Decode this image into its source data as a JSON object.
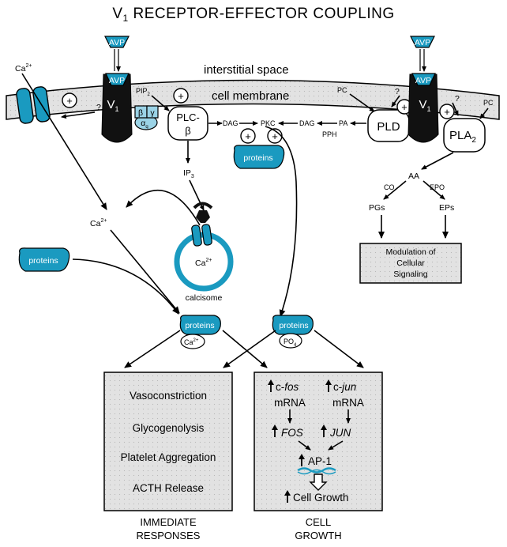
{
  "title": {
    "prefix": "V",
    "sub": "1",
    "rest": " RECEPTOR-EFFECTOR COUPLING"
  },
  "regions": {
    "interstitial": "interstitial space",
    "membrane": "cell membrane"
  },
  "receptor": {
    "avp": "AVP",
    "v": "V",
    "v_sub": "1"
  },
  "calcium": {
    "main": "Ca",
    "sup": "2+"
  },
  "question_mark": "?",
  "plus_sign": "+",
  "pip2": {
    "main": "PIP",
    "sub": "2"
  },
  "g_protein": {
    "beta": "β",
    "gamma": "γ",
    "alpha": "α",
    "alpha_sub": "q"
  },
  "plc": {
    "line1": "PLC-",
    "line2": "β"
  },
  "ip3": {
    "main": "IP",
    "sub": "3"
  },
  "lipids": {
    "dag": "DAG",
    "pkc": "PKC",
    "pa": "PA",
    "pph": "PPH",
    "pc": "PC"
  },
  "pld": "PLD",
  "pla2": {
    "main": "PLA",
    "sub": "2"
  },
  "arachidonic": {
    "aa": "AA",
    "co": "CO",
    "epo": "EPO",
    "pgs": "PGs",
    "eps": "EPs"
  },
  "modulation": [
    "Modulation of",
    "Cellular",
    "Signaling"
  ],
  "proteins": "proteins",
  "calcisome": "calcisome",
  "phosphate": {
    "main": "PO",
    "sub": "4"
  },
  "immediate": {
    "items": [
      "Vasoconstriction",
      "Glycogenolysis",
      "Platelet Aggregation",
      "ACTH Release"
    ],
    "label": [
      "IMMEDIATE",
      "RESPONSES"
    ]
  },
  "growth": {
    "c_prefix": "c-",
    "fos_gene": "fos",
    "jun_gene": "jun",
    "mrna": "mRNA",
    "fos": "FOS",
    "jun": "JUN",
    "ap1": "AP-1",
    "cell_growth": "Cell Growth",
    "label": [
      "CELL",
      "GROWTH"
    ]
  },
  "colors": {
    "teal": "#1a9ac0",
    "box_fill": "#e3e3e3",
    "membrane_fill": "#d4d4d4",
    "light_teal": "#9bd3e6"
  }
}
